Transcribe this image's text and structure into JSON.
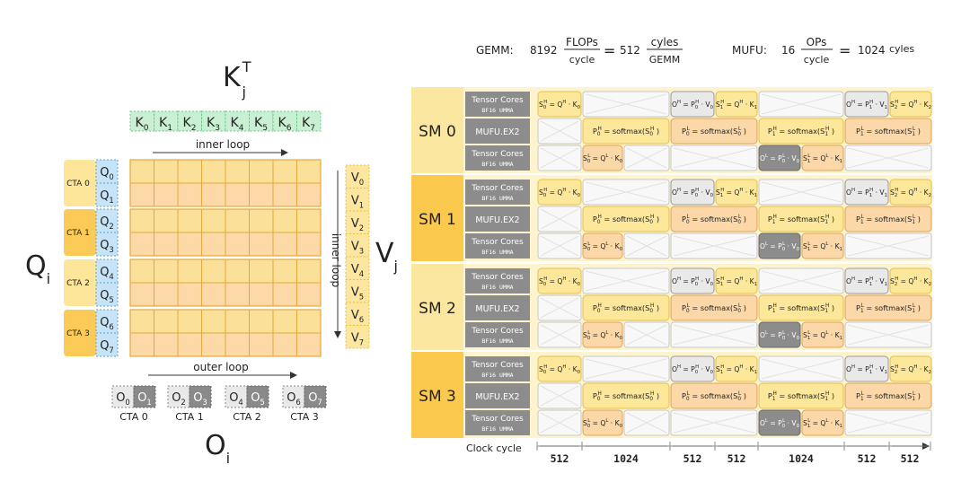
{
  "header": {
    "gemm_label": "GEMM:",
    "gemm_flops_value": "8192",
    "gemm_flops_num": "FLOPs",
    "gemm_flops_den": "cycle",
    "gemm_equals": "=",
    "gemm_cycles_value": "512",
    "gemm_cycles_num": "cyles",
    "gemm_cycles_den": "GEMM",
    "mufu_label": "MUFU:",
    "mufu_ops_value": "16",
    "mufu_ops_num": "OPs",
    "mufu_ops_den": "cycle",
    "mufu_equals": "=",
    "mufu_cycles": "1024",
    "mufu_cycles_unit": "cyles"
  },
  "left": {
    "k_title": "K",
    "k_title_sup": "T",
    "k_title_sub": "j",
    "k_cells": [
      {
        "b": "K",
        "s": "0"
      },
      {
        "b": "K",
        "s": "1"
      },
      {
        "b": "K",
        "s": "2"
      },
      {
        "b": "K",
        "s": "3"
      },
      {
        "b": "K",
        "s": "4"
      },
      {
        "b": "K",
        "s": "5"
      },
      {
        "b": "K",
        "s": "6"
      },
      {
        "b": "K",
        "s": "7"
      }
    ],
    "inner_loop_top": "inner loop",
    "inner_loop_side": "inner loop",
    "outer_loop": "outer loop",
    "q_title": "Q",
    "q_title_sub": "i",
    "v_title": "V",
    "v_title_sub": "j",
    "o_title": "O",
    "o_title_sub": "i",
    "cta_labels": [
      "CTA 0",
      "CTA 1",
      "CTA 2",
      "CTA 3"
    ],
    "q_cells": [
      {
        "b": "Q",
        "s": "0"
      },
      {
        "b": "Q",
        "s": "1"
      },
      {
        "b": "Q",
        "s": "2"
      },
      {
        "b": "Q",
        "s": "3"
      },
      {
        "b": "Q",
        "s": "4"
      },
      {
        "b": "Q",
        "s": "5"
      },
      {
        "b": "Q",
        "s": "6"
      },
      {
        "b": "Q",
        "s": "7"
      }
    ],
    "v_cells": [
      {
        "b": "V",
        "s": "0"
      },
      {
        "b": "V",
        "s": "1"
      },
      {
        "b": "V",
        "s": "2"
      },
      {
        "b": "V",
        "s": "3"
      },
      {
        "b": "V",
        "s": "4"
      },
      {
        "b": "V",
        "s": "5"
      },
      {
        "b": "V",
        "s": "6"
      },
      {
        "b": "V",
        "s": "7"
      }
    ],
    "o_groups": [
      {
        "a": {
          "b": "O",
          "s": "0"
        },
        "c": {
          "b": "O",
          "s": "1"
        },
        "label": "CTA 0"
      },
      {
        "a": {
          "b": "O",
          "s": "2"
        },
        "c": {
          "b": "O",
          "s": "3"
        },
        "label": "CTA 1"
      },
      {
        "a": {
          "b": "O",
          "s": "4"
        },
        "c": {
          "b": "O",
          "s": "5"
        },
        "label": "CTA 2"
      },
      {
        "a": {
          "b": "O",
          "s": "6"
        },
        "c": {
          "b": "O",
          "s": "7"
        },
        "label": "CTA 3"
      }
    ]
  },
  "sms": [
    {
      "label": "SM 0"
    },
    {
      "label": "SM 1"
    },
    {
      "label": "SM 2"
    },
    {
      "label": "SM 3"
    }
  ],
  "units": {
    "tensor_top": "Tensor Cores",
    "tensor_sub": "BF16 UMMA",
    "mufu": "MUFU.EX2"
  },
  "ops": {
    "s0h": {
      "l": "S",
      "lsb": "0",
      "lsp": "H",
      "r": "= Q",
      "rsp": "H",
      "mid": "· K",
      "msb": "0"
    },
    "oh_v0": {
      "l": "O",
      "lsp": "H",
      "r": "= P",
      "rsb": "0",
      "rsp": "H",
      "mid": "· V",
      "msb": "0"
    },
    "s1h": {
      "l": "S",
      "lsb": "1",
      "lsp": "H",
      "r": "= Q",
      "rsp": "H",
      "mid": "· K",
      "msb": "1"
    },
    "oh_v1": {
      "l": "O",
      "lsp": "H",
      "r": "= P",
      "rsb": "1",
      "rsp": "H",
      "mid": "· V",
      "msb": "1"
    },
    "s2h": {
      "l": "S",
      "lsb": "2",
      "lsp": "H",
      "r": "= Q",
      "rsp": "H",
      "mid": "· K",
      "msb": "2"
    },
    "p0h": {
      "l": "P",
      "lsb": "0",
      "lsp": "H",
      "r": "= softmax(S",
      "rsb": "0",
      "rsp": "H",
      "end": ")"
    },
    "p0l": {
      "l": "P",
      "lsb": "0",
      "lsp": "L",
      "r": "= softmax(S",
      "rsb": "0",
      "rsp": "L",
      "end": ")"
    },
    "p1h": {
      "l": "P",
      "lsb": "1",
      "lsp": "H",
      "r": "= softmax(S",
      "rsb": "1",
      "rsp": "H",
      "end": ")"
    },
    "p1l": {
      "l": "P",
      "lsb": "1",
      "lsp": "L",
      "r": "= softmax(S",
      "rsb": "1",
      "rsp": "L",
      "end": ")"
    },
    "s0l": {
      "l": "S",
      "lsb": "0",
      "lsp": "L",
      "r": "= Q",
      "rsp": "L",
      "mid": "· K",
      "msb": "0"
    },
    "ol_v0": {
      "l": "O",
      "lsp": "L",
      "r": "= P",
      "rsb": "0",
      "rsp": "L",
      "mid": "· V",
      "msb": "0"
    },
    "s1l": {
      "l": "S",
      "lsb": "1",
      "lsp": "L",
      "r": "= Q",
      "rsp": "L",
      "mid": "· K",
      "msb": "1"
    }
  },
  "clock": {
    "label": "Clock cycle",
    "segments": [
      "512",
      "1024",
      "512",
      "512",
      "1024",
      "512",
      "512"
    ]
  },
  "colors": {
    "yellow_fill": "#fce79a",
    "yellow_stroke": "#e6c24a",
    "orange_fill": "#fcd7a8",
    "orange_stroke": "#e0a45a",
    "green_fill": "#c9f0d2",
    "green_stroke": "#6cc487",
    "blue_fill": "#c6e3f7",
    "blue_stroke": "#5aa3d6",
    "grid_fill": "#fbe09a",
    "grid_fill2": "#fcd9a6",
    "unit_gray": "#8c8c8c",
    "sm_bg": "#fdf3cf",
    "sm_label_bg": "#fce7a0"
  }
}
